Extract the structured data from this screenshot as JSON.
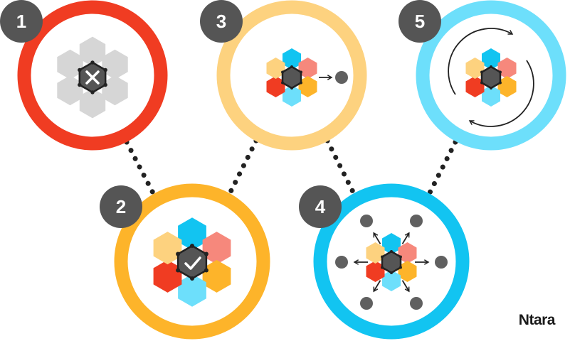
{
  "colors": {
    "step1": "#f03c22",
    "step2": "#fdb42a",
    "step3": "#fdd27f",
    "step4": "#12c4f1",
    "step5": "#6ddffb",
    "badge": "#555555",
    "hex_gray": "#d6d6d6",
    "hex_dark": "#555555",
    "hex_cyan": "#12c4f1",
    "hex_peach": "#fdd27f",
    "hex_salmon": "#f6887c",
    "hex_red": "#f03c22",
    "hex_orange": "#fdb42a",
    "hex_lightblue": "#6ddffb",
    "dot": "#606060"
  },
  "steps": [
    {
      "number": "1",
      "icon": "x-icon"
    },
    {
      "number": "2",
      "icon": "check-icon"
    },
    {
      "number": "3",
      "icon": "arrow-to-node-icon"
    },
    {
      "number": "4",
      "icon": "radiating-arrows-icon"
    },
    {
      "number": "5",
      "icon": "cycle-arrows-icon"
    }
  ],
  "logo": "Ntara"
}
